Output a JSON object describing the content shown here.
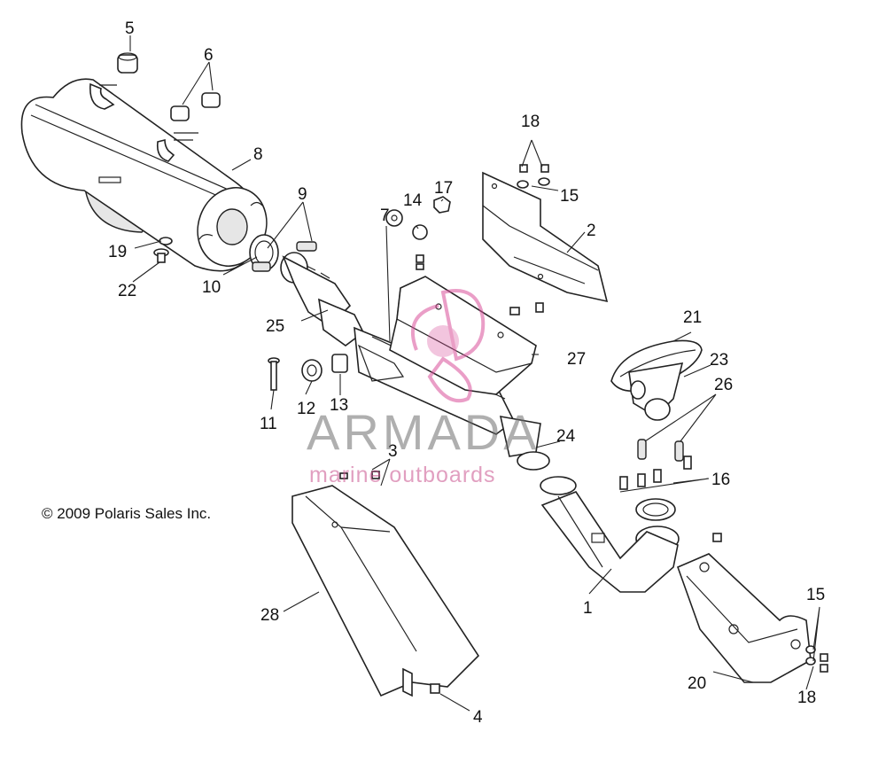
{
  "diagram": {
    "copyright": "© 2009 Polaris Sales Inc.",
    "watermark": {
      "brand": "ARMADA",
      "tagline": "marine outboards",
      "colors": {
        "text": "#8a8a8a",
        "accent": "#d9509a"
      }
    },
    "callouts": {
      "c1": "1",
      "c2": "2",
      "c3": "3",
      "c4": "4",
      "c5": "5",
      "c6": "6",
      "c7": "7",
      "c8": "8",
      "c9": "9",
      "c10": "10",
      "c11": "11",
      "c12": "12",
      "c13": "13",
      "c14": "14",
      "c15a": "15",
      "c15b": "15",
      "c16": "16",
      "c17": "17",
      "c18a": "18",
      "c18b": "18",
      "c19": "19",
      "c20": "20",
      "c21": "21",
      "c22": "22",
      "c23": "23",
      "c24": "24",
      "c25": "25",
      "c26": "26",
      "c27": "27",
      "c28": "28"
    }
  }
}
